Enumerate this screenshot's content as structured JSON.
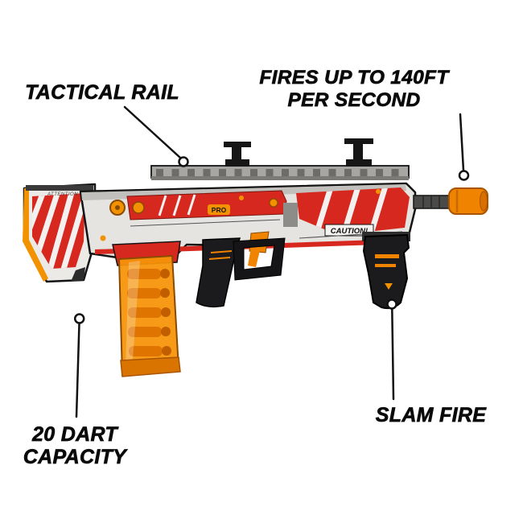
{
  "callouts": {
    "tactical_rail": {
      "label": "TACTICAL RAIL"
    },
    "fire_rate": {
      "line1": "FIRES UP TO 140FT",
      "line2": "PER SECOND"
    },
    "dart_capacity": {
      "line1": "20 DART",
      "line2": "CAPACITY"
    },
    "slam_fire": {
      "label": "SLAM FIRE"
    }
  },
  "blaster": {
    "markings": {
      "caution": "CAUTION!",
      "pro": "PRO",
      "attention": "ATTENTION"
    },
    "colors": {
      "red": "#d6281e",
      "orange": "#f39200",
      "bright_orange": "#f08300",
      "dark_orange": "#b05a00",
      "black": "#1b1b1d",
      "gray": "#a8a6a2"
    }
  }
}
